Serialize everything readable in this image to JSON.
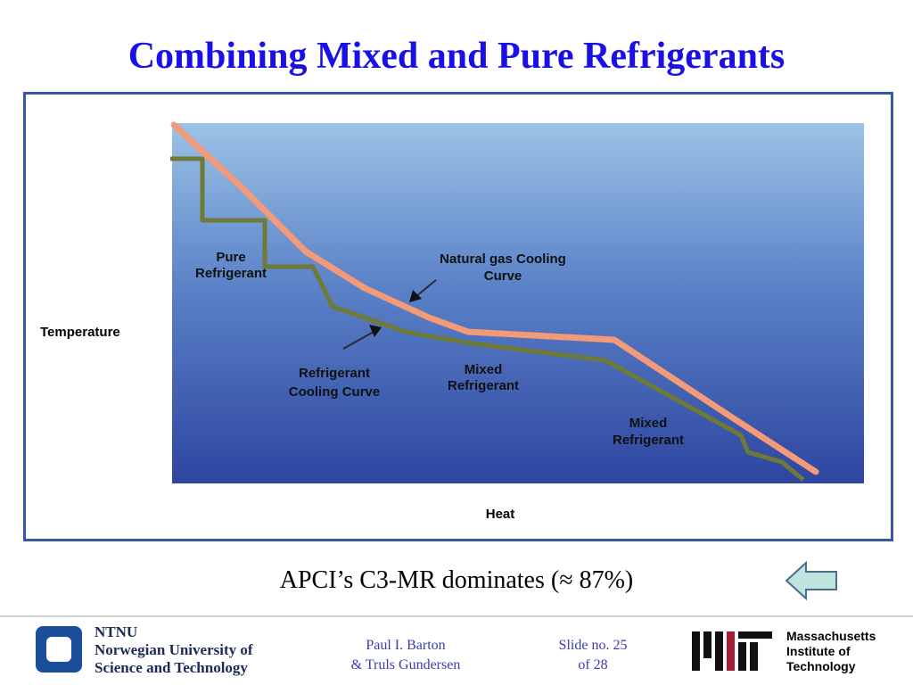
{
  "slide": {
    "title": "Combining Mixed and Pure Refrigerants",
    "subtitle": "APCI’s C3-MR dominates (≈ 87%)"
  },
  "figure": {
    "y_axis_label": "Temperature",
    "x_axis_label": "Heat",
    "labels": {
      "pure_refrigerant_line1": "Pure",
      "pure_refrigerant_line2": "Refrigerant",
      "natural_gas_line1": "Natural gas Cooling",
      "natural_gas_line2": "Curve",
      "refrigerant_cooling_line1": "Refrigerant",
      "refrigerant_cooling_line2": "Cooling Curve",
      "mixed_refrigerant_1_line1": "Mixed",
      "mixed_refrigerant_1_line2": "Refrigerant",
      "mixed_refrigerant_2_line1": "Mixed",
      "mixed_refrigerant_2_line2": "Refrigerant"
    },
    "colors": {
      "natural_gas_curve": "#f39a78",
      "refrigerant_curve": "#6e7a36",
      "plot_bg_top": "#9cc3e6",
      "plot_bg_bottom": "#2e45a0",
      "frame": "#3a56a6"
    }
  },
  "footer": {
    "ntnu_short": "NTNU",
    "ntnu_line1": "Norwegian University of",
    "ntnu_line2": "Science and Technology",
    "author_line1": "Paul I. Barton",
    "author_line2": "& Truls Gundersen",
    "slide_no_line1": "Slide no. 25",
    "slide_no_line2": "of 28",
    "mit_line1": "Massachusetts",
    "mit_line2": "Institute of",
    "mit_line3": "Technology"
  },
  "colors": {
    "title": "#1a10e6",
    "footer_text": "#3b3bb0",
    "ntnu_blue": "#1b4f9c",
    "mit_red": "#a31f34",
    "back_arrow_fill": "#bfe3df"
  },
  "icons": {
    "back_arrow": "left-arrow-icon",
    "ntnu_logo": "ntnu-logo-icon",
    "mit_logo": "mit-logo-icon"
  }
}
